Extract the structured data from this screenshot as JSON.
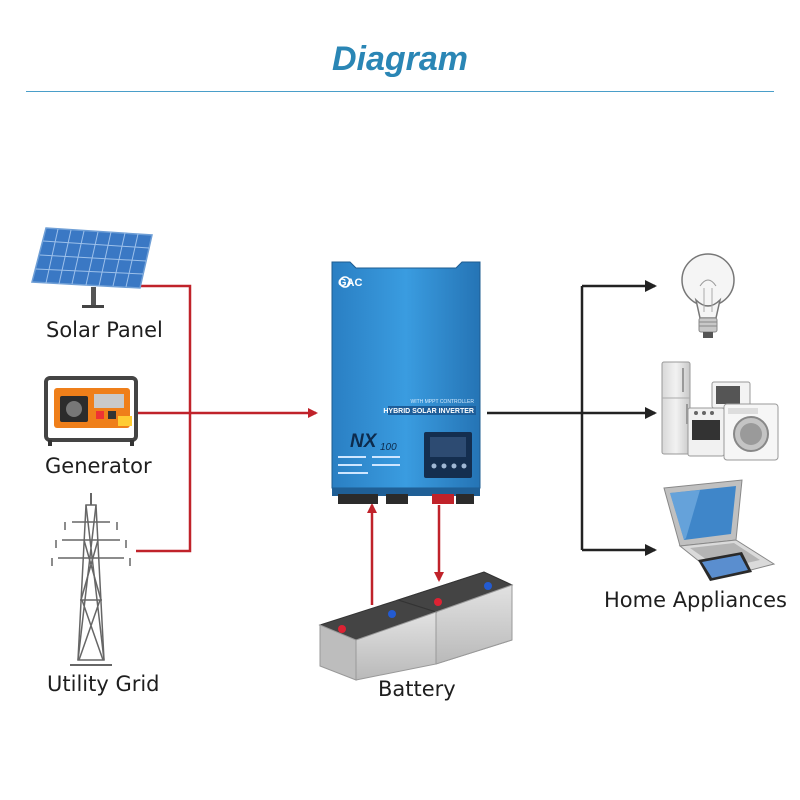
{
  "title": "Diagram",
  "colors": {
    "accent": "#2a86b5",
    "rule": "#4a9ec9",
    "input_line": "#c0222a",
    "output_line": "#222222",
    "inverter_body": "#2e8fd2",
    "battery_body": "#cfcfcf"
  },
  "sources": [
    {
      "label": "Solar Panel",
      "icon": "solar-panel-icon"
    },
    {
      "label": "Generator",
      "icon": "generator-icon"
    },
    {
      "label": "Utility Grid",
      "icon": "utility-grid-icon"
    }
  ],
  "inverter": {
    "icon": "hybrid-inverter-icon",
    "brand": "GAC",
    "subtitle": "WITH MPPT CONTROLLER",
    "name": "HYBRID SOLAR INVERTER",
    "model": "NX",
    "model_suffix": "100"
  },
  "battery": {
    "label": "Battery",
    "icon": "battery-icon"
  },
  "loads": {
    "label": "Home Appliances",
    "icons": [
      "light-bulb-icon",
      "appliances-icon",
      "laptop-icon"
    ]
  }
}
